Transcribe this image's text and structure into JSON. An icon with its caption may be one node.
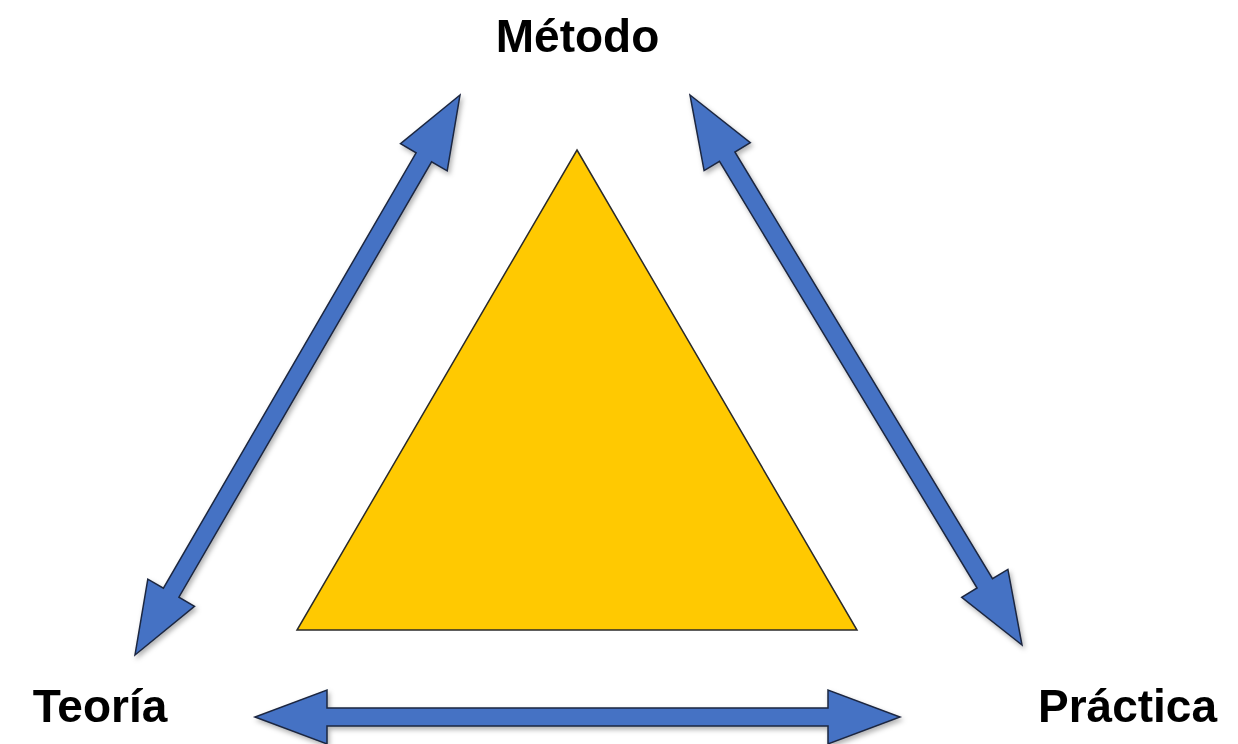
{
  "diagram": {
    "nodes": [
      {
        "text": [
          "Método"
        ]
      },
      {
        "text": [
          "Teoría"
        ]
      },
      {
        "text": [
          "Práctica"
        ]
      },
      {
        "text": [],
        "shape": "triangle"
      }
    ],
    "edges": [
      {
        "from": 0,
        "to": 1,
        "arrow": "both"
      },
      {
        "from": 0,
        "to": 2,
        "arrow": "both"
      },
      {
        "from": 1,
        "to": 2,
        "arrow": "both"
      }
    ]
  }
}
